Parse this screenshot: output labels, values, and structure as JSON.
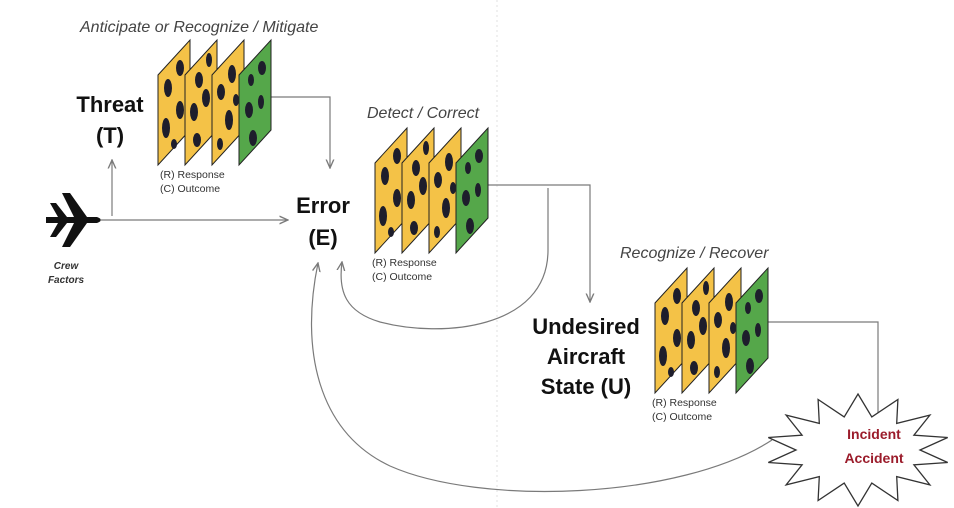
{
  "labels": {
    "anticipate": "Anticipate or Recognize / Mitigate",
    "threat_line1": "Threat",
    "threat_line2": "(T)",
    "crew_line1": "Crew",
    "crew_line2": "Factors",
    "error_line1": "Error",
    "error_line2": "(E)",
    "detect": "Detect / Correct",
    "recognize": "Recognize / Recover",
    "undesired_line1": "Undesired",
    "undesired_line2": "Aircraft",
    "undesired_line3": "State (U)",
    "incident": "Incident",
    "accident": "Accident"
  },
  "cheese_groups": [
    {
      "response": "(R) Response",
      "outcome": "(C) Outcome",
      "slices": [
        "yellow",
        "yellow",
        "yellow",
        "green"
      ]
    },
    {
      "response": "(R) Response",
      "outcome": "(C) Outcome",
      "slices": [
        "yellow",
        "yellow",
        "yellow",
        "green"
      ]
    },
    {
      "response": "(R) Response",
      "outcome": "(C) Outcome",
      "slices": [
        "yellow",
        "yellow",
        "yellow",
        "green"
      ]
    }
  ],
  "icons": {
    "crew": "airplane-icon",
    "outcome": "starburst-icon"
  },
  "colors": {
    "yellow": "#f4c247",
    "green": "#55a74a",
    "hole": "#1e1e2c",
    "outcome_text": "#9b1c2b",
    "line": "#7a7a7a"
  }
}
